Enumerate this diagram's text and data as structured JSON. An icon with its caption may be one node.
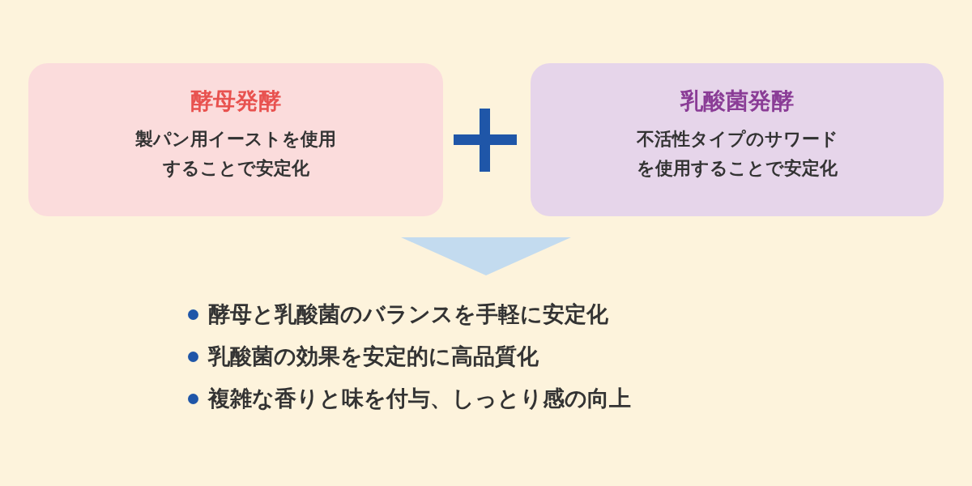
{
  "diagram": {
    "nodes": [
      {
        "text": [
          "酵母発酵",
          "製パン用イーストを使用することで安定化"
        ]
      },
      {
        "text": [
          "乳酸菌発酵",
          "不活性タイプのサワードを使用することで安定化"
        ]
      },
      {
        "text": [
          "酵母と乳酸菌のバランスを手軽に安定化",
          "乳酸菌の効果を安定的に高品質化",
          "複雑な香りと味を付与、しっとり感の向上"
        ]
      }
    ]
  }
}
